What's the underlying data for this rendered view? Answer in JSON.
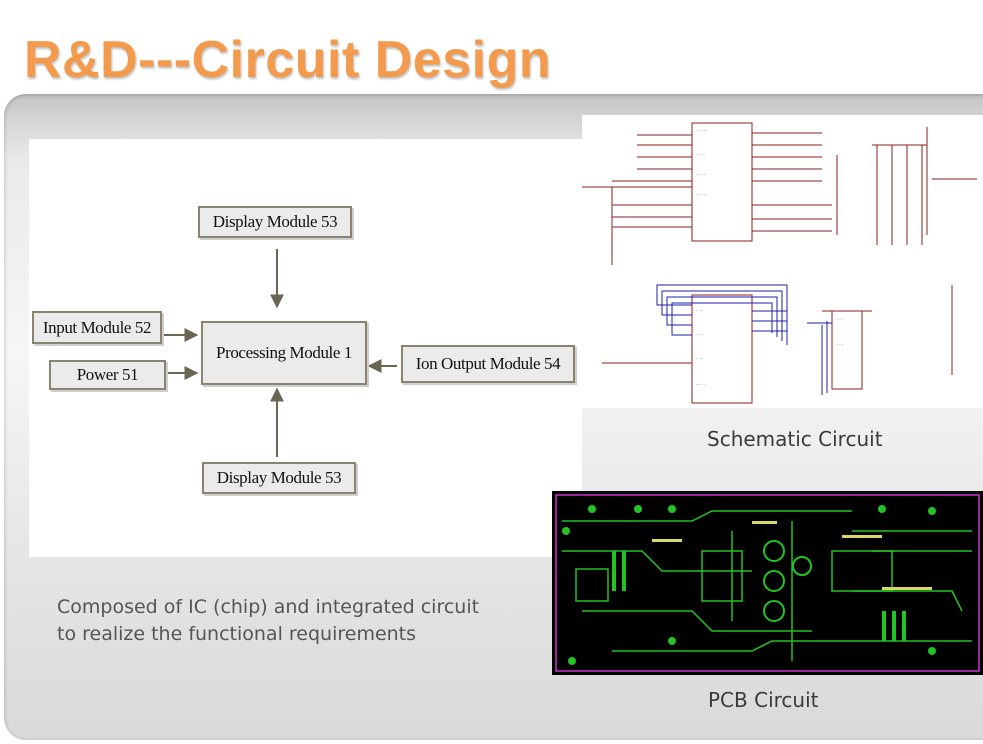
{
  "slide": {
    "title": "R&D---Circuit Design"
  },
  "block_diagram": {
    "display_top": "Display Module 53",
    "input": "Input Module 52",
    "power": "Power 51",
    "processing": "Processing Module 1",
    "ion_output": "Ion Output Module 54",
    "display_bottom": "Display Module 53"
  },
  "description": {
    "line1": "Composed of IC (chip) and integrated circuit",
    "line2": "to realize the functional requirements"
  },
  "captions": {
    "schematic": "Schematic Circuit",
    "pcb": "PCB Circuit"
  },
  "images": {
    "schematic": "schematic-drawing",
    "pcb": "pcb-board-photo"
  },
  "colors": {
    "title": "#f39a4d",
    "node_border": "#8a8370",
    "pcb_trace": "#22c322",
    "schematic_wire": "#1f1fa8"
  }
}
